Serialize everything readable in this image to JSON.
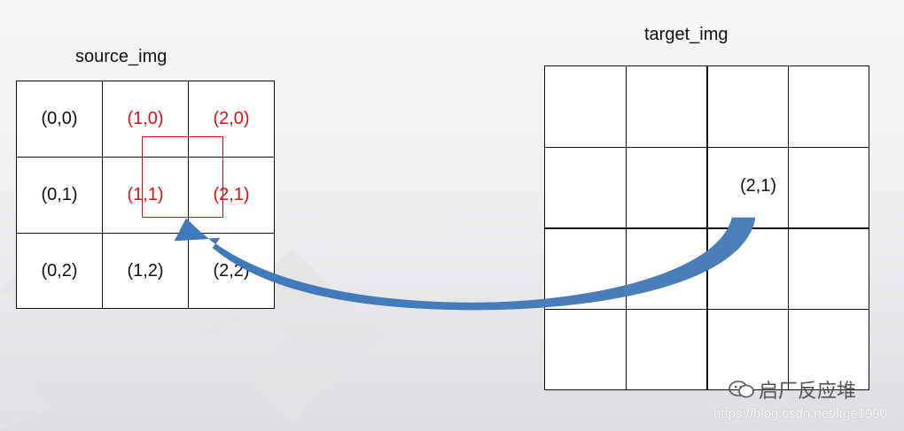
{
  "source": {
    "title": "source_img",
    "cells": [
      [
        "(0,0)",
        "(1,0)",
        "(2,0)"
      ],
      [
        "(0,1)",
        "(1,1)",
        "(2,1)"
      ],
      [
        "(0,2)",
        "(1,2)",
        "(2,2)"
      ]
    ],
    "highlight_color": "#e01010"
  },
  "target": {
    "title": "target_img",
    "marked_cell_label": "(2,1)"
  },
  "arrow": {
    "color": "#4a7fb8",
    "icon": "curved-arrow-icon"
  },
  "watermark": {
    "line1": "启厂反应堆",
    "line2": "https://blog.csdn.net/ltge1990",
    "icon": "wechat-icon"
  }
}
